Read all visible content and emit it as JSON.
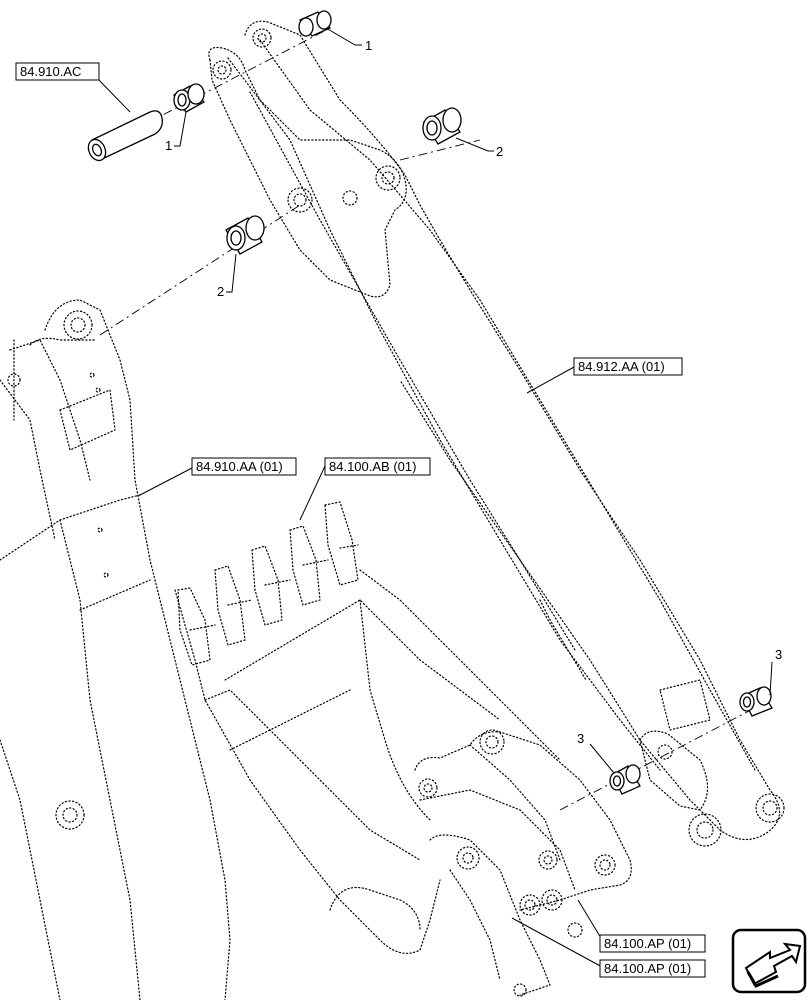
{
  "refs": {
    "pin_ref": "84.910.AC",
    "boom_ref": "84.910.AA (01)",
    "bucket_ref": "84.100.AB (01)",
    "dipper_ref": "84.912.AA (01)",
    "coupler_ref_1": "84.100.AP (01)",
    "coupler_ref_2": "84.100.AP (01)"
  },
  "callouts": {
    "bushing_1a": "1",
    "bushing_1b": "1",
    "bushing_2a": "2",
    "bushing_2b": "2",
    "bushing_3a": "3",
    "bushing_3b": "3"
  },
  "nav": {
    "icon": "arrow-nav-icon"
  }
}
